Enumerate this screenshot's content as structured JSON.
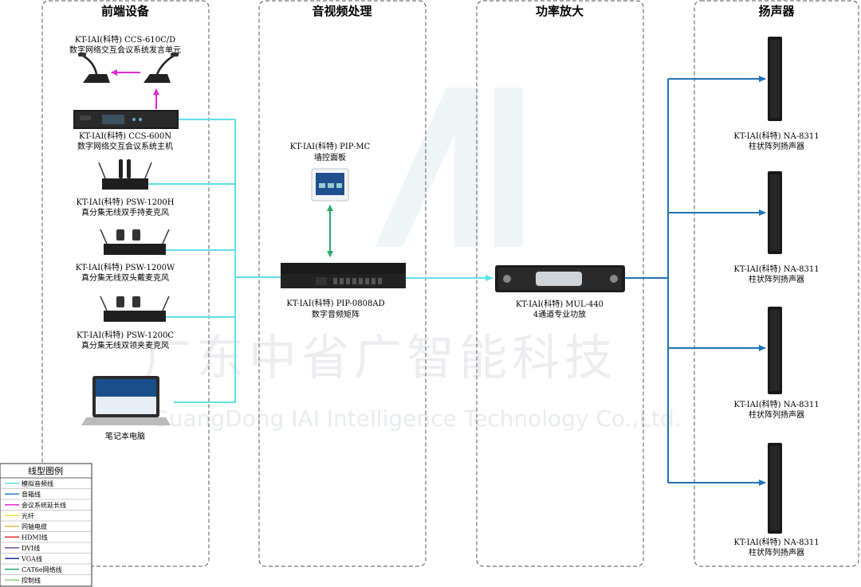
{
  "sections": [
    {
      "title": "前端设备"
    },
    {
      "title": "音视频处理"
    },
    {
      "title": "功率放大"
    },
    {
      "title": "扬声器"
    }
  ],
  "devices": {
    "delegate_unit": {
      "model": "KT-IAI(科特) CCS-610C/D",
      "desc": "数字网络交互会议系统发言单元"
    },
    "conference_host": {
      "model": "KT-IAI(科特) CCS-600N",
      "desc": "数字网络交互会议系统主机"
    },
    "handheld_mic": {
      "model": "KT-IAI(科特) PSW-1200H",
      "desc": "真分集无线双手持麦克风"
    },
    "headset_mic": {
      "model": "KT-IAI(科特) PSW-1200W",
      "desc": "真分集无线双头戴麦克风"
    },
    "lavalier_mic": {
      "model": "KT-IAI(科特) PSW-1200C",
      "desc": "真分集无线双领夹麦克风"
    },
    "laptop": {
      "desc": "笔记本电脑"
    },
    "wall_panel": {
      "model": "KT-IAI(科特) PIP-MC",
      "desc": "墙控面板"
    },
    "audio_matrix": {
      "model": "KT-IAI(科特) PIP-0808AD",
      "desc": "数字音频矩阵"
    },
    "amplifier": {
      "model": "KT-IAI(科特) MUL-440",
      "desc": "4通道专业功放"
    },
    "speakers": [
      {
        "model": "KT-IAI(科特) NA-8311",
        "desc": "柱状阵列扬声器"
      },
      {
        "model": "KT-IAI(科特) NA-8311",
        "desc": "柱状阵列扬声器"
      },
      {
        "model": "KT-IAI(科特) NA-8311",
        "desc": "柱状阵列扬声器"
      },
      {
        "model": "KT-IAI(科特) NA-8311",
        "desc": "柱状阵列扬声器"
      }
    ]
  },
  "watermark": {
    "cn": "广东中省广智能科技",
    "en": "GuangDong IAI Intelligence Technology Co.,Ltd."
  },
  "legend": {
    "title": "线型图例",
    "items": [
      {
        "label": "模拟音频线",
        "color": "#5fe0ea"
      },
      {
        "label": "音箱线",
        "color": "#2a86c0"
      },
      {
        "label": "会议系统延长线",
        "color": "#e02ad0"
      },
      {
        "label": "光纤",
        "color": "#f0e040"
      },
      {
        "label": "同轴电缆",
        "color": "#f2b640"
      },
      {
        "label": "HDMI线",
        "color": "#e03030"
      },
      {
        "label": "DVI线",
        "color": "#7a4ab0"
      },
      {
        "label": "VGA线",
        "color": "#1f2f9a"
      },
      {
        "label": "CAT6e网络线",
        "color": "#2aa86a"
      },
      {
        "label": "控制线",
        "color": "#8fd08a"
      }
    ]
  },
  "colors": {
    "audio": "#5fe0ea",
    "speaker": "#1e73b4",
    "conference": "#e02ad0",
    "control": "#2aa86a"
  }
}
